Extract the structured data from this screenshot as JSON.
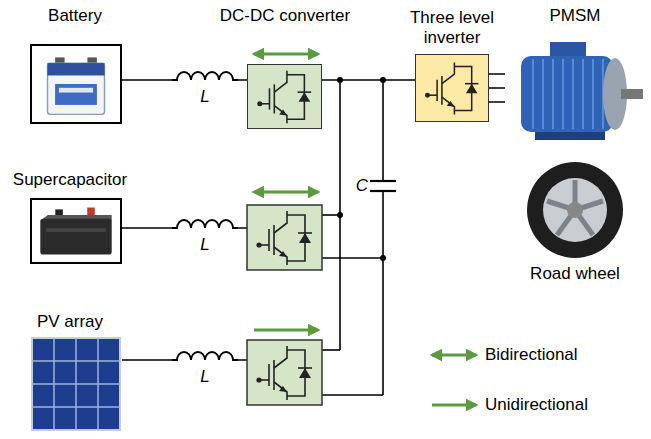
{
  "diagram": {
    "nodes": [
      {
        "text": [
          "Battery"
        ]
      },
      {
        "text": [
          "Supercapacitor"
        ]
      },
      {
        "text": [
          "PV array"
        ]
      },
      {
        "text": [
          "DC-DC converter"
        ]
      },
      {
        "text": [
          "Three level inverter"
        ]
      },
      {
        "text": [
          "PMSM"
        ]
      },
      {
        "text": [
          "Road wheel"
        ]
      }
    ],
    "edges": [
      {
        "from": 0,
        "to": 3,
        "arrow": "none"
      },
      {
        "from": 3,
        "to": 4,
        "arrow": "none"
      },
      {
        "from": 4,
        "to": 5,
        "arrow": "none"
      }
    ],
    "labels": [
      "L",
      "L",
      "L",
      "C"
    ],
    "legend": [
      {
        "text": "Bidirectional"
      },
      {
        "text": "Unidirectional"
      }
    ]
  }
}
